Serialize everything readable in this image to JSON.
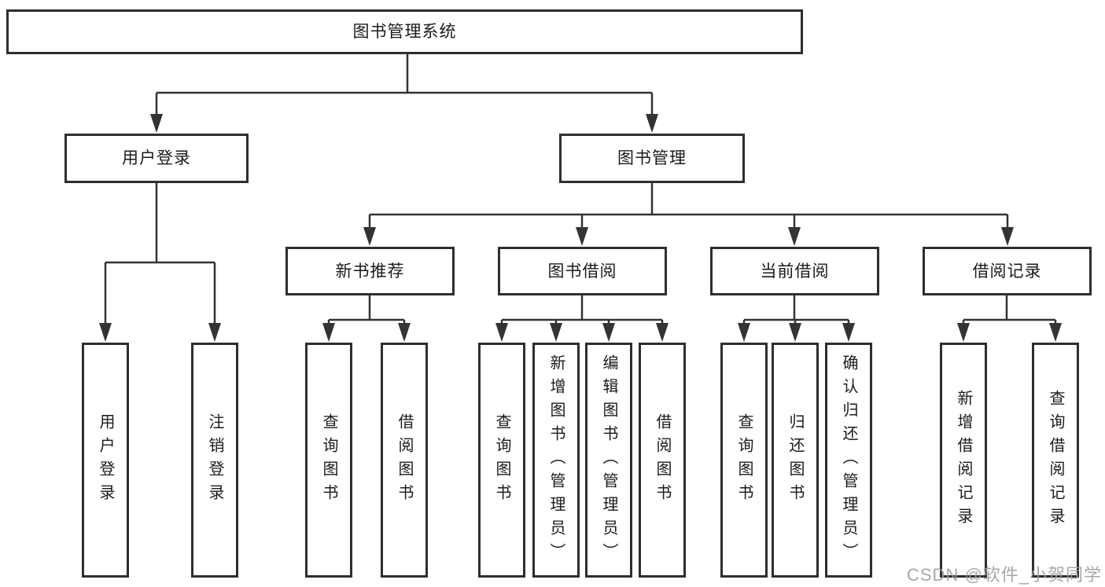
{
  "tree": {
    "title": "图书管理系统",
    "level2": [
      "用户登录",
      "图书管理"
    ],
    "level3": [
      "新书推荐",
      "图书借阅",
      "当前借阅",
      "借阅记录"
    ],
    "leaves_user_login": [
      "用户登录",
      "注销登录"
    ],
    "leaves_new_book": [
      "查询图书",
      "借阅图书"
    ],
    "leaves_book_borrow": [
      "查询图书",
      "新增图书（管理员）",
      "编辑图书（管理员）",
      "借阅图书"
    ],
    "leaves_current_borrow": [
      "查询图书",
      "归还图书",
      "确认归还（管理员）"
    ],
    "leaves_borrow_record": [
      "新增借阅记录",
      "查询借阅记录"
    ]
  },
  "watermark": "CSDN @软件_小贺同学",
  "colors": {
    "line": "#333333",
    "box_border": "#2e2e2e",
    "text": "#1b1b1b",
    "watermark": "#9e9e9e",
    "background": "#ffffff"
  }
}
